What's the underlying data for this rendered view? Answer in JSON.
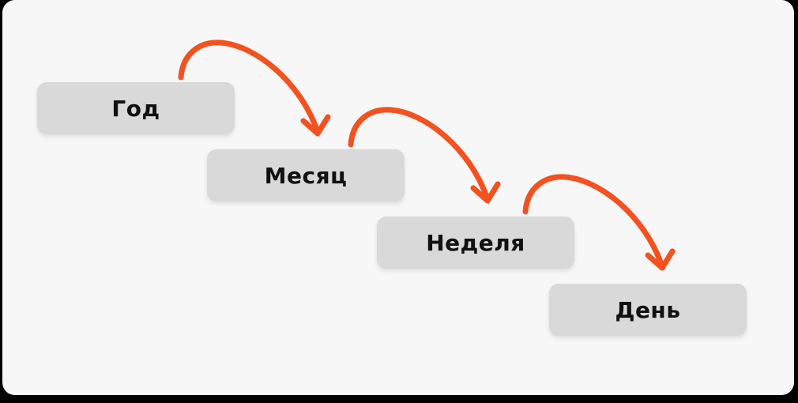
{
  "page": {
    "background_color": "#000000"
  },
  "card": {
    "background_color": "#F7F7F8"
  },
  "diagram": {
    "description": "cascade-planning-flow",
    "steps": [
      {
        "label": "Год"
      },
      {
        "label": "Месяц"
      },
      {
        "label": "Неделя"
      },
      {
        "label": "День"
      }
    ],
    "arrows": [
      {
        "from": "Год",
        "to": "Месяц",
        "icon": "curved-arrow-down-icon"
      },
      {
        "from": "Месяц",
        "to": "Неделя",
        "icon": "curved-arrow-down-icon"
      },
      {
        "from": "Неделя",
        "to": "День",
        "icon": "curved-arrow-down-icon"
      }
    ],
    "colors": {
      "arrow": "#F4511E",
      "box": "#D9D9D9",
      "text": "#111111"
    }
  }
}
